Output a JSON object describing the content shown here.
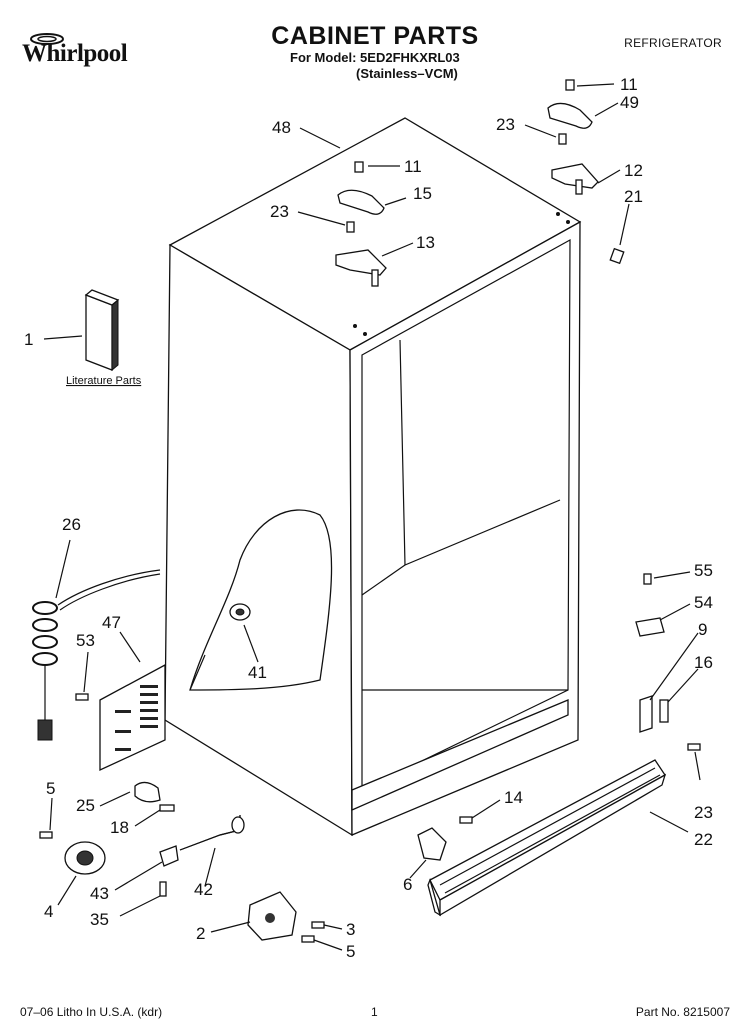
{
  "brand": "Whirlpool",
  "title": "CABINET PARTS",
  "model_line": "For Model: 5ED2FHKXRL03",
  "variant_line": "(Stainless–VCM)",
  "category": "REFRIGERATOR",
  "literature_label": "Literature Parts",
  "callouts": {
    "p1": "1",
    "p2": "2",
    "p3": "3",
    "p4": "4",
    "p5a": "5",
    "p5b": "5",
    "p6": "6",
    "p9": "9",
    "p11a": "11",
    "p11b": "11",
    "p12": "12",
    "p13": "13",
    "p14": "14",
    "p15": "15",
    "p16": "16",
    "p18": "18",
    "p21": "21",
    "p22": "22",
    "p23a": "23",
    "p23b": "23",
    "p23c": "23",
    "p25": "25",
    "p26": "26",
    "p35": "35",
    "p41": "41",
    "p42": "42",
    "p43": "43",
    "p47": "47",
    "p48": "48",
    "p49": "49",
    "p53": "53",
    "p54": "54",
    "p55": "55"
  },
  "footer": {
    "left": "07–06 Litho In U.S.A. (kdr)",
    "page": "1",
    "part_no": "Part No. 8215007"
  }
}
